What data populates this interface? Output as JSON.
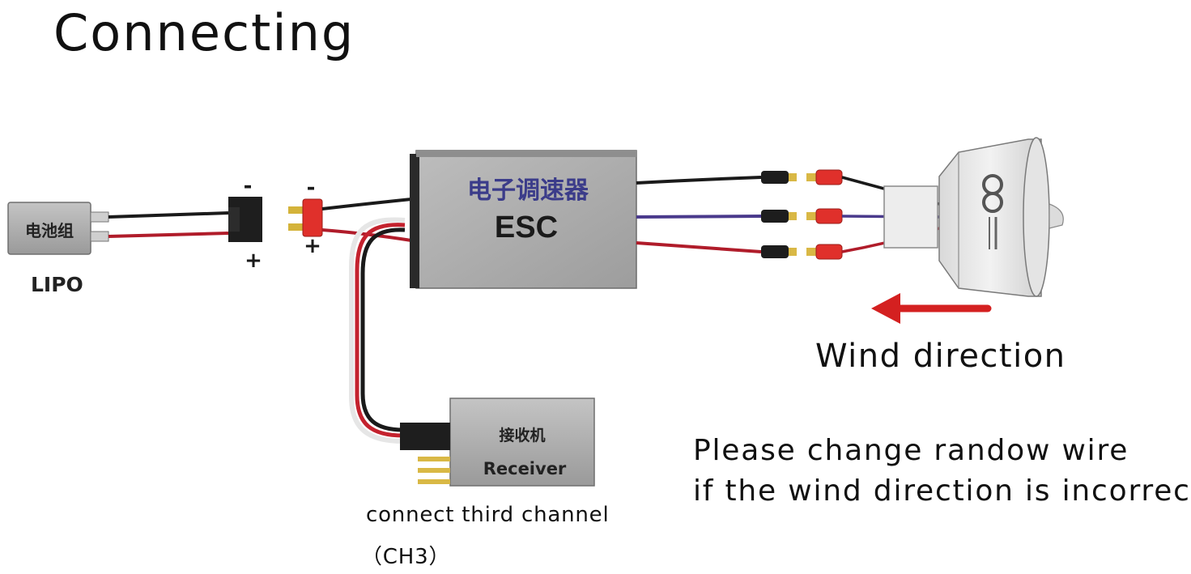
{
  "title": "Connecting",
  "battery": {
    "label_cn": "电池组",
    "caption": "LIPO"
  },
  "polarity": {
    "minus": "-",
    "plus": "+"
  },
  "esc": {
    "label_cn": "电子调速器",
    "label_en": "ESC"
  },
  "receiver": {
    "label_cn": "接收机",
    "label_en": "Receiver",
    "caption_line1": "connect third channel",
    "caption_line2": "（CH3）"
  },
  "wind": {
    "label": "Wind direction"
  },
  "note": {
    "line1": "Please change randow wire",
    "line2": "if the wind direction is incorrect"
  },
  "colors": {
    "wire_black": "#1a1a1a",
    "wire_red": "#b01c2a",
    "wire_purple": "#4a3a8c",
    "arrow_red": "#d42020",
    "box_gray": "#a9a9a9",
    "connector_red": "#e0302b"
  }
}
